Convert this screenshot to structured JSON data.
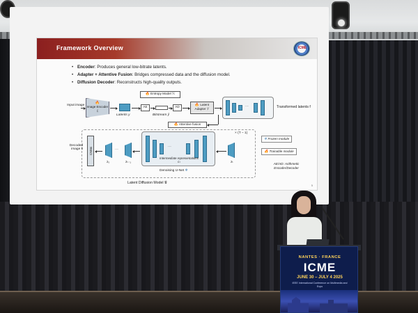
{
  "slide": {
    "title": "Framework Overview",
    "logo_text": "ICME",
    "bullets": [
      {
        "key": "Encoder",
        "text": ": Produces general low-bitrate latents."
      },
      {
        "key": "Adapter + Attentive Fusion",
        "text": ": Bridges compressed data and the diffusion model."
      },
      {
        "key": "Diffusion Decoder",
        "text": ": Reconstructs high-quality outputs."
      }
    ],
    "page_number": "5"
  },
  "diagram": {
    "input_image": "Input image x",
    "image_encoder": "Image Encoder ℰ",
    "latents": "Latents y",
    "entropy_model": "Entropy Model ℋ",
    "ae": "AE",
    "ad": "AD",
    "bitstream": "Bitstream ŷ",
    "latent_adapter": "Latent Adapter ℱ",
    "transformed_latents": "Transformed latents f",
    "attentive_fusion": "Attentive fusion",
    "repeat": "× (T − 1)",
    "decoded_image": "Decoded image x̂",
    "cnns": "CNNs",
    "z0": "z₀",
    "zt1": "zₜ₋₁",
    "zt": "zₜ",
    "intermediate": "Intermediate representations cₜ",
    "denoising": "Denoising U-Net",
    "ldm": "Latent Diffusion Model 𝒢",
    "legend_frozen": "Frozen module",
    "legend_trainable": "Trainable module",
    "legend_codec": "AE/AD: Arithmetic Encoder/Decoder",
    "icon_fire": "🔥",
    "icon_frozen": "❄"
  },
  "podium": {
    "city": "NANTES · FRANCE",
    "logo": "ICME",
    "dates": "JUNE 30 – JULY 4",
    "year": "2025",
    "subtitle": "IEEE International Conference on Multimedia and Expo"
  }
}
